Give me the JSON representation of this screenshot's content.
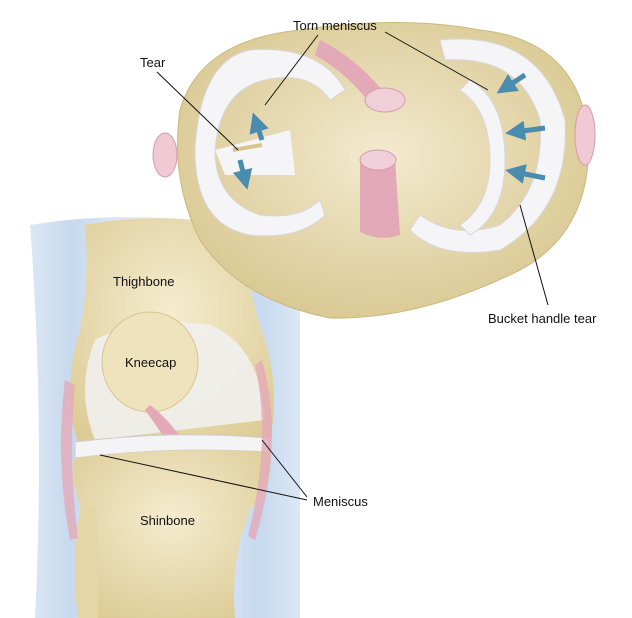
{
  "labels": {
    "torn_meniscus": "Torn meniscus",
    "tear": "Tear",
    "bucket_handle_tear": "Bucket handle tear",
    "thighbone": "Thighbone",
    "kneecap": "Kneecap",
    "meniscus": "Meniscus",
    "shinbone": "Shinbone"
  },
  "colors": {
    "bone": "#efe4bf",
    "cartilage": "#f4f4f6",
    "ligament": "#e3a9b8",
    "arrow": "#4a8bb0",
    "glow": "#c9dbef"
  }
}
